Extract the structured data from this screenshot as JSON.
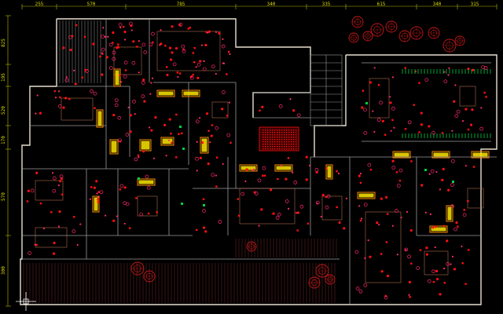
{
  "drawing": {
    "background": "#000000",
    "colors": {
      "wall": "#e8e0d0",
      "wall_inner": "#9a9a9a",
      "dim": "#b8b800",
      "dim_text": "#d8d800",
      "fixture_red": "#ff1010",
      "fixture_magenta": "#ff2a6a",
      "fixture_orange": "#ff8c00",
      "fixture_yellow": "#ffe600",
      "green": "#00d040",
      "hatch": "#7a2a2a",
      "tree": "#c01818",
      "furniture": "#b06a4a"
    },
    "top_dimensions": [
      "255",
      "570",
      "785",
      "340",
      "335",
      "615",
      "340",
      "315"
    ],
    "left_dimensions": [
      "825",
      "195",
      "520",
      "170",
      "570",
      "300"
    ],
    "icons": [
      "crosshair-cursor-icon",
      "tree-icon",
      "stair-icon",
      "light-fixture-icon"
    ]
  }
}
